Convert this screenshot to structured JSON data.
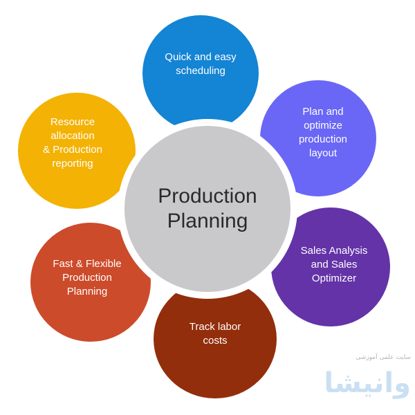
{
  "diagram": {
    "center": {
      "label": "Production\nPlanning",
      "color": "#c9c9cb"
    },
    "nodes": [
      {
        "id": "top",
        "label": "Quick and easy\nscheduling",
        "color": "#1484d4"
      },
      {
        "id": "top-right",
        "label": "Plan and\noptimize\nproduction\nlayout",
        "color": "#6a67f6"
      },
      {
        "id": "bottom-right",
        "label": "Sales Analysis\nand Sales\nOptimizer",
        "color": "#6333a7"
      },
      {
        "id": "bottom",
        "label": "Track labor\ncosts",
        "color": "#922e0b"
      },
      {
        "id": "bottom-left",
        "label": "Fast & Flexible\nProduction\nPlanning",
        "color": "#cc4b2b"
      },
      {
        "id": "top-left",
        "label": "Resource\nallocation\n& Production\nreporting",
        "color": "#f3b204"
      }
    ]
  },
  "watermark": {
    "caption": "سایت علمی آموزشی",
    "logo_text": "وانیشا"
  }
}
